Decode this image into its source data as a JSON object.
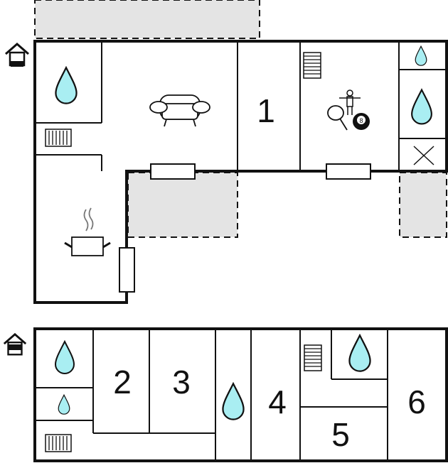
{
  "colors": {
    "wall": "#111111",
    "outdoor_area": "#e4e4e4",
    "water_fill": "#a9eef2",
    "background": "#ffffff"
  },
  "floors": [
    {
      "name": "upper-floor",
      "level_icon": "house-floor-upper-icon",
      "rooms": [
        {
          "number": "1",
          "label_key": "r1"
        }
      ],
      "fixtures": [
        "water-drop-icon",
        "sofa-icon",
        "table-tennis-icon",
        "foosball-icon",
        "billiard-ball-icon",
        "stairs-icon",
        "radiator-icon",
        "cooking-pot-icon",
        "x-mark-icon"
      ]
    },
    {
      "name": "ground-floor",
      "level_icon": "house-floor-ground-icon",
      "rooms": [
        {
          "number": "2"
        },
        {
          "number": "3"
        },
        {
          "number": "4"
        },
        {
          "number": "5"
        },
        {
          "number": "6"
        }
      ],
      "fixtures": [
        "water-drop-icon",
        "stairs-icon",
        "radiator-icon"
      ]
    }
  ],
  "labels": {
    "r1": "1",
    "r2": "2",
    "r3": "3",
    "r4": "4",
    "r5": "5",
    "r6": "6",
    "billiard": "8"
  }
}
